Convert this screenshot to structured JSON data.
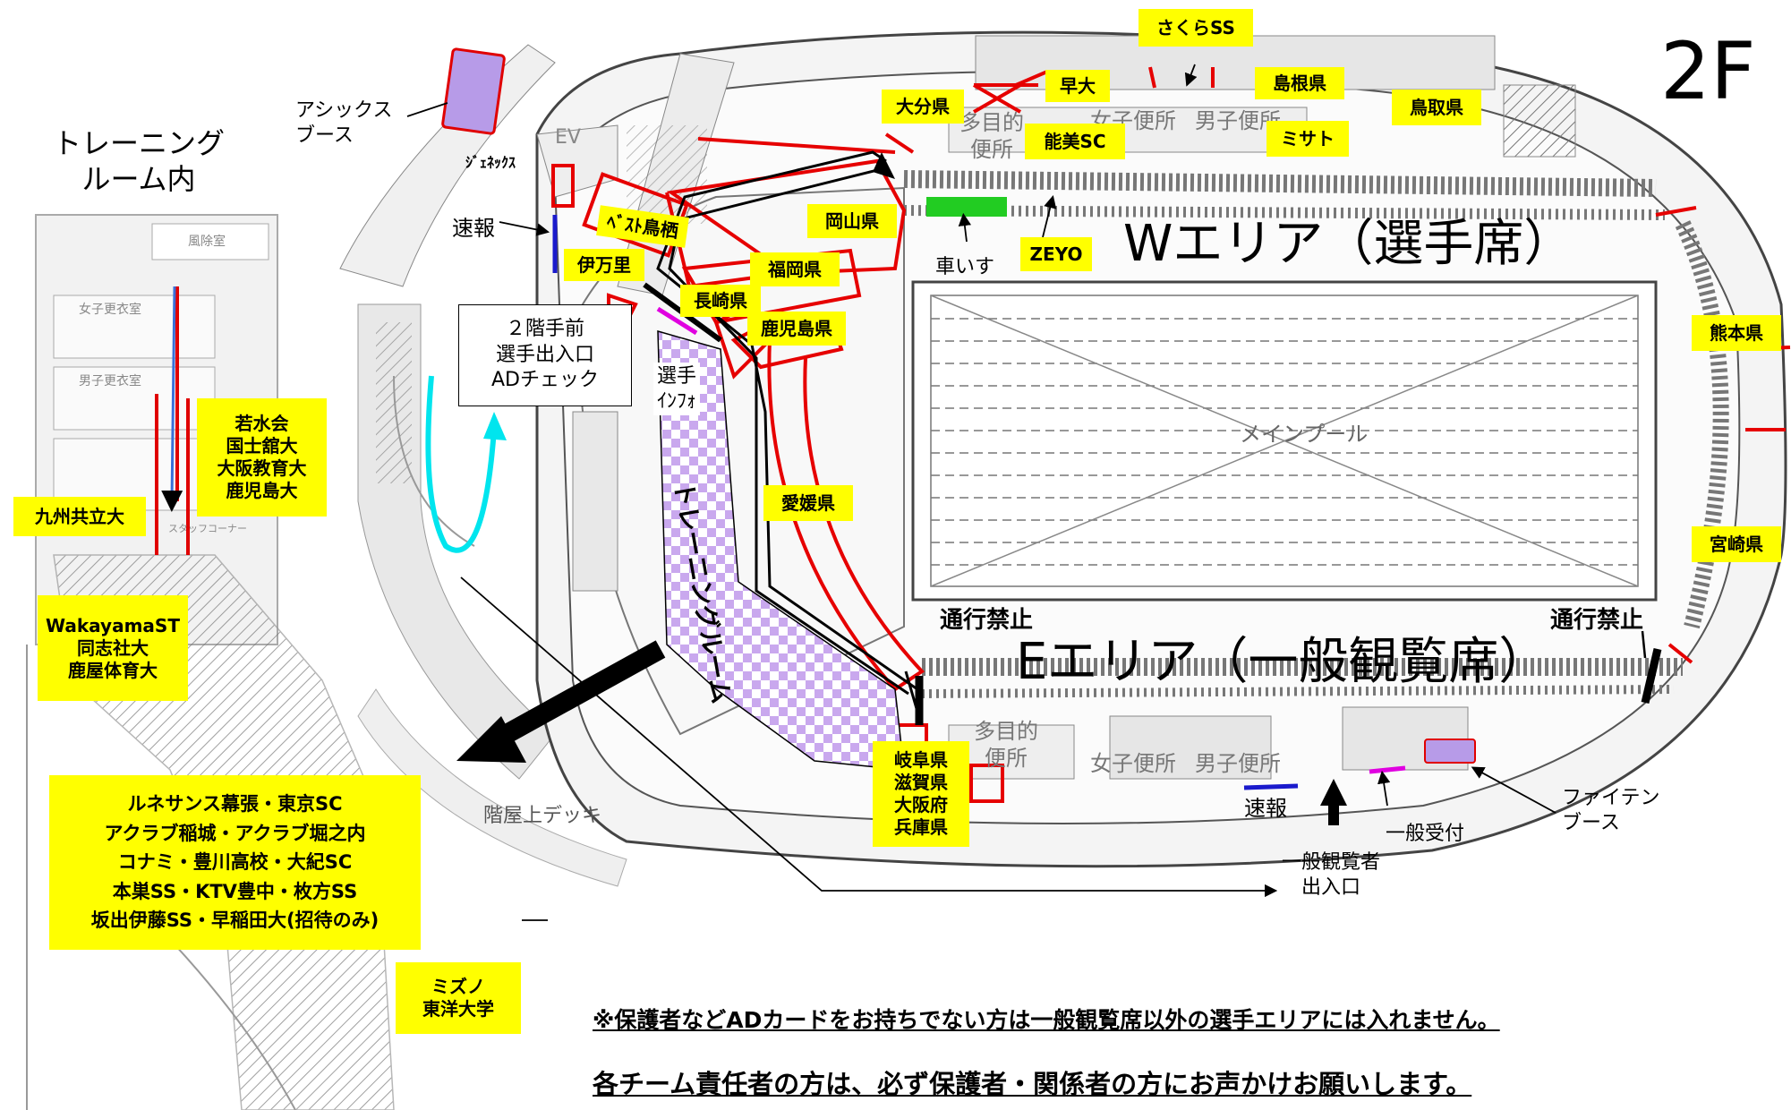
{
  "floor": "2F",
  "areas": {
    "w_area": "Wエリア（選手席）",
    "e_area": "Eエリア（一般観覧席）",
    "main_pool": "メインプール",
    "training_room": "トレーニングルーム",
    "training_room_inside": "トレーニング\nルーム内",
    "rooftop_deck": "階屋上デッキ"
  },
  "no_entry": [
    "通行禁止",
    "通行禁止"
  ],
  "booths": {
    "asics": "アシックス\nブース",
    "phiten": "ファイテン\nブース",
    "wheelchair": "車いす",
    "sokuho": "速報",
    "genex": "ｼﾞｪﾈｯｸｽ",
    "player_info": "選手\nｲﾝﾌｫ",
    "ad_check": "２階手前\n選手出入口\nADチェック",
    "general_reception": "一般受付",
    "general_entrance": "一般観覧者\n出入口"
  },
  "printed_map_text": [
    "EV",
    "多目的\n便所",
    "女子便所",
    "男子便所",
    "風除室",
    "女子更衣室",
    "男子更衣室",
    "スタッフコーナー"
  ],
  "team_labels": {
    "sakura_ss": "さくらSS",
    "wase": "早大",
    "oita": "大分県",
    "shimane": "島根県",
    "tottori": "鳥取県",
    "nomi_sc": "能美SC",
    "misato": "ミサト",
    "zeyo": "ZEYO",
    "kumamoto": "熊本県",
    "miyazaki": "宮崎県",
    "best_tosu": "ﾍﾞｽﾄ鳥栖",
    "imari": "伊万里",
    "okayama": "岡山県",
    "fukuoka": "福岡県",
    "nagasaki": "長崎県",
    "kagoshima_pref": "鹿児島県",
    "ehime": "愛媛県",
    "gifu_group": "岐阜県\n滋賀県\n大阪府\n兵庫県",
    "wakamizu_group": "若水会\n国士舘大\n大阪教育大\n鹿児島大",
    "kyushu_kyoritsu": "九州共立大",
    "wakayama_group": "WakayamaST\n同志社大\n鹿屋体育大",
    "renaissance_group": "ルネサンス幕張・東京SC\nアクラブ稲城・アクラブ堀之内\nコナミ・豊川高校・大紀SC\n本巣SS・KTV豊中・枚方SS\n坂出伊藤SS・早稲田大(招待のみ)",
    "mizuno_group": "ミズノ\n東洋大学"
  },
  "notices": [
    "※保護者などADカードをお持ちでない方は一般観覧席以外の選手エリアには入れません。",
    "各チーム責任者の方は、必ず保護者・関係者の方にお声かけお願いします。"
  ],
  "colors": {
    "label_bg": "#ffff00",
    "team_border": "#e60000",
    "booth_purple": "#b79be8",
    "wheelchair": "#22cc22",
    "info_magenta": "#e000e0",
    "report_blue": "#1a1acc",
    "arrow_cyan": "#00e5ee"
  }
}
